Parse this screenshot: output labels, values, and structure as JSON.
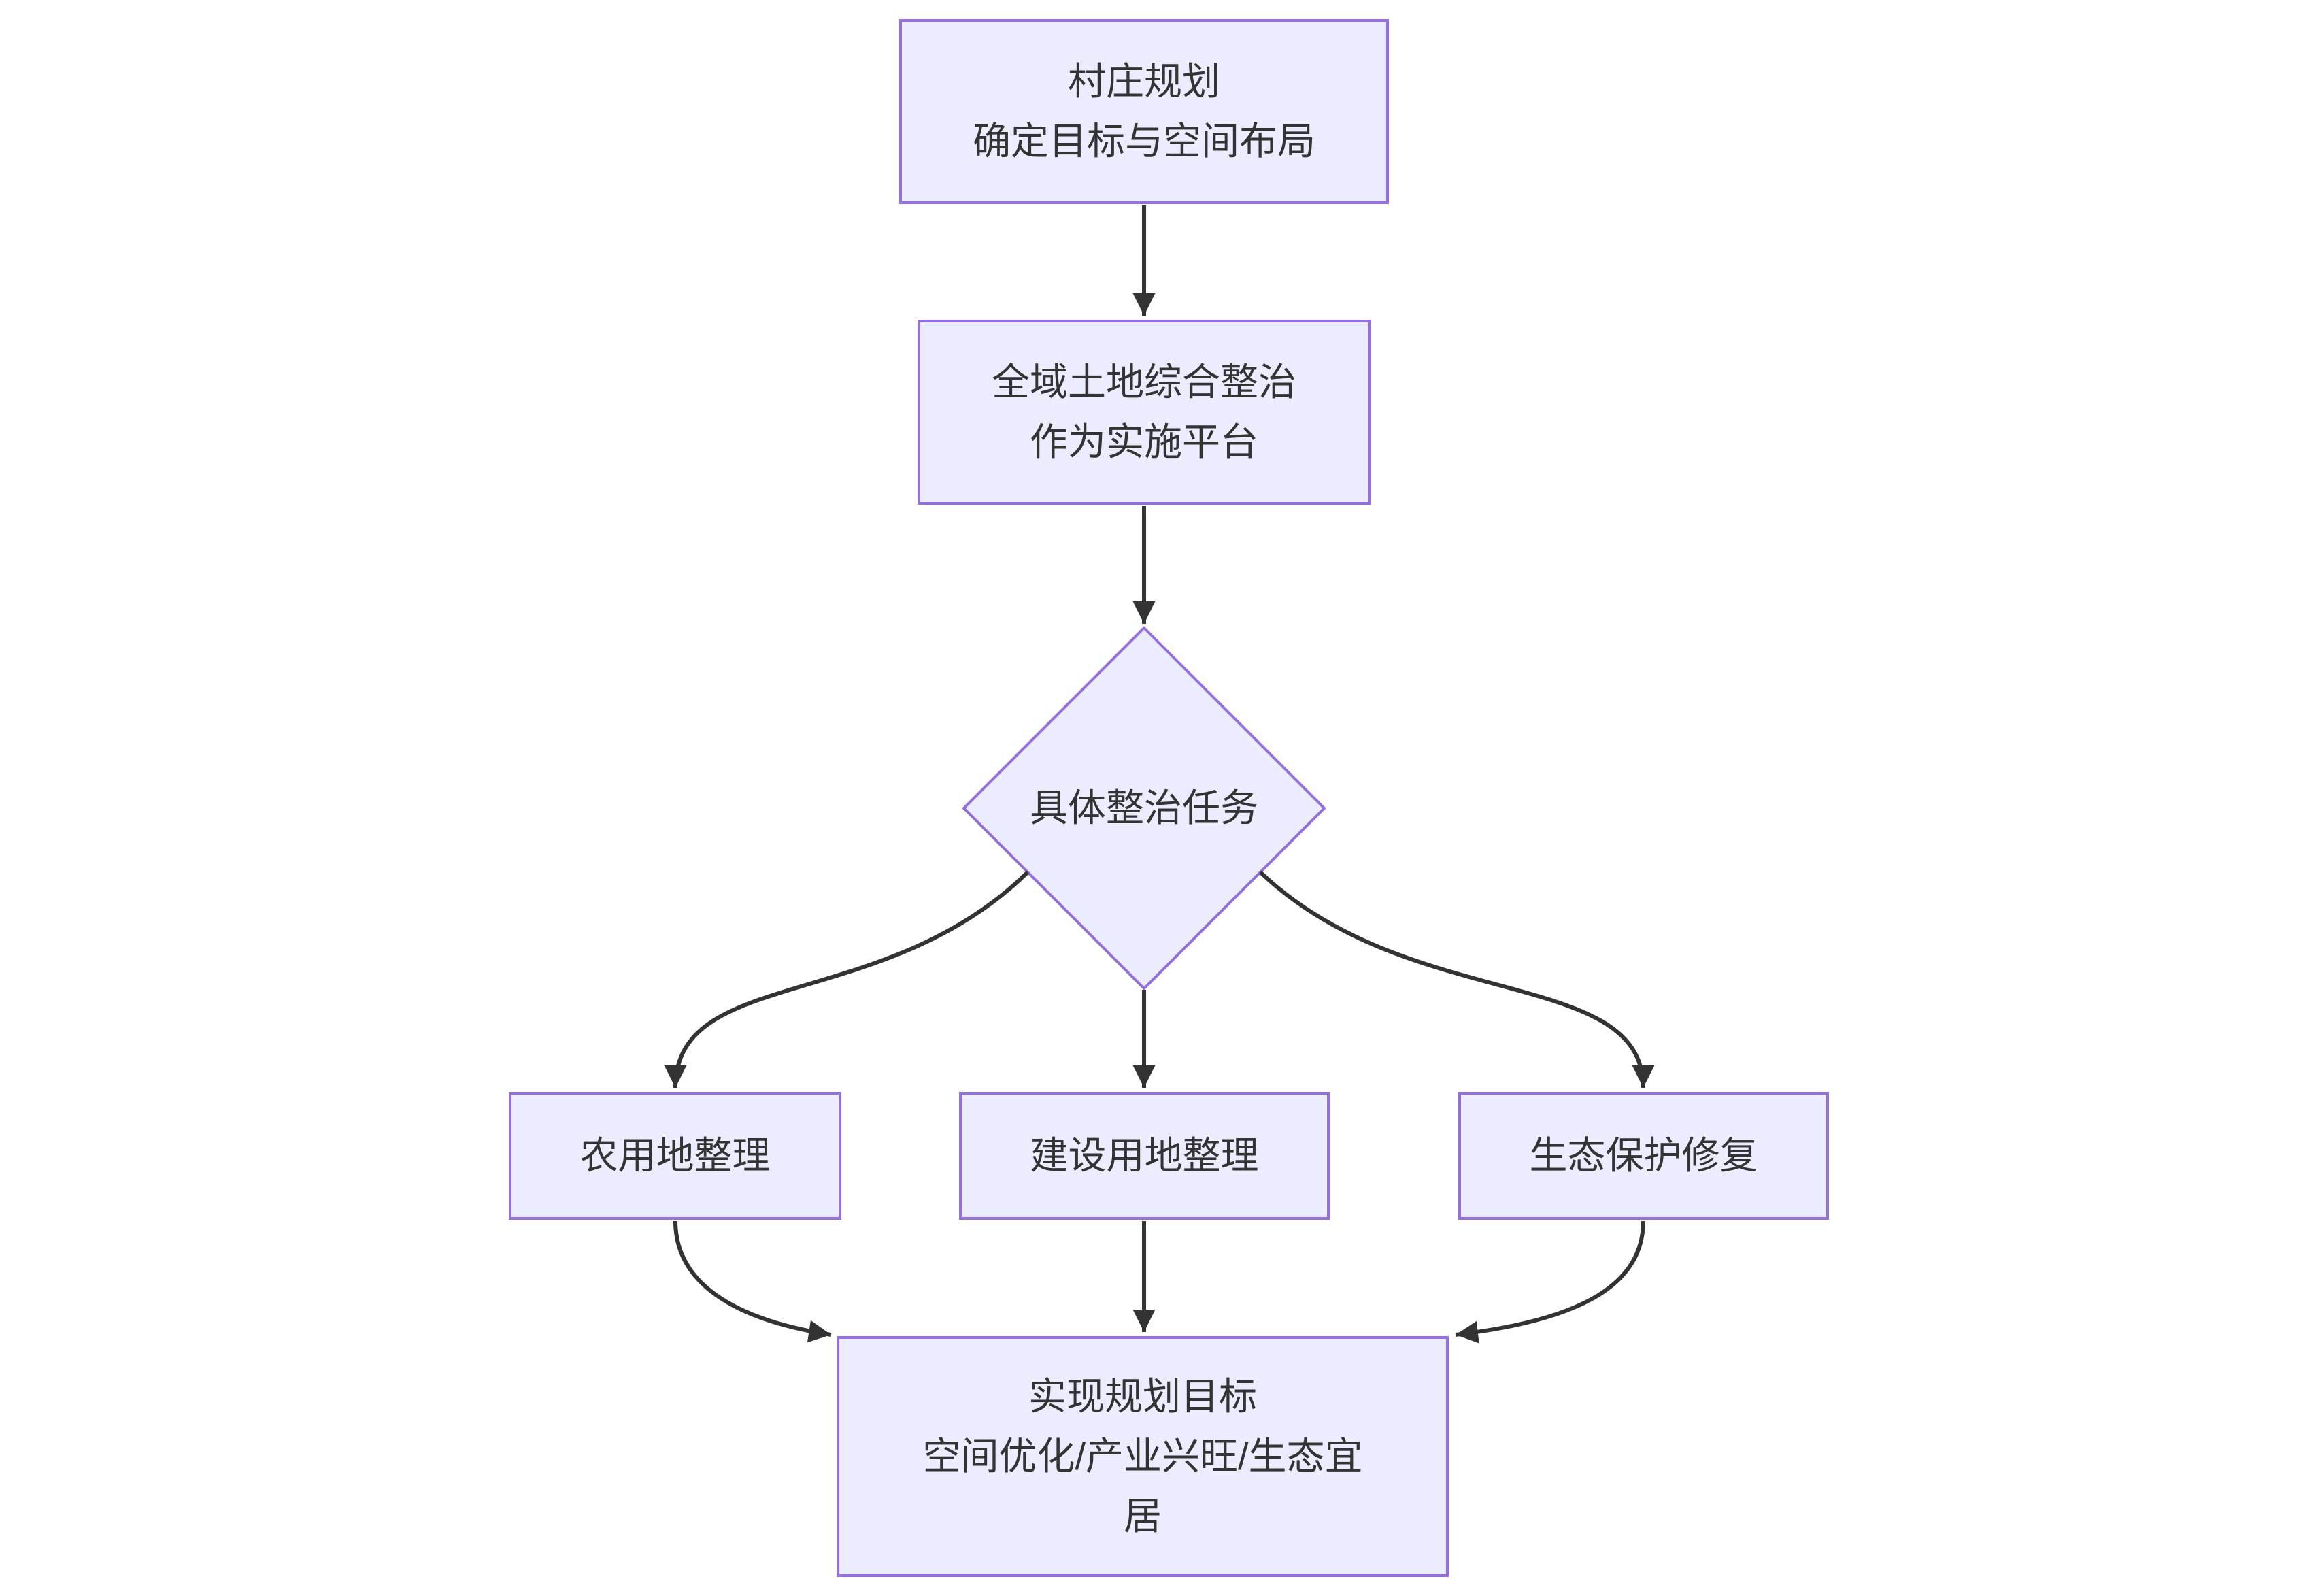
{
  "diagram": {
    "type": "flowchart",
    "direction": "top-down",
    "colors": {
      "background": "#ffffff",
      "node_fill": "#ECECFF",
      "node_border": "#9370DB",
      "text": "#333333",
      "edge": "#333333"
    },
    "nodes": {
      "village_planning": {
        "shape": "rect",
        "lines": [
          "村庄规划",
          "确定目标与空间布局"
        ]
      },
      "land_consolidation": {
        "shape": "rect",
        "lines": [
          "全域土地综合整治",
          "作为实施平台"
        ]
      },
      "remediation_tasks": {
        "shape": "diamond",
        "label": "具体整治任务"
      },
      "farmland_consolidation": {
        "shape": "rect",
        "label": "农用地整理"
      },
      "construction_land_consolidation": {
        "shape": "rect",
        "label": "建设用地整理"
      },
      "ecological_restoration": {
        "shape": "rect",
        "label": "生态保护修复"
      },
      "planning_goal": {
        "shape": "rect",
        "lines": [
          "实现规划目标",
          "空间优化/产业兴旺/生态宜",
          "居"
        ]
      }
    },
    "edges": [
      {
        "from": "village_planning",
        "to": "land_consolidation"
      },
      {
        "from": "land_consolidation",
        "to": "remediation_tasks"
      },
      {
        "from": "remediation_tasks",
        "to": "farmland_consolidation"
      },
      {
        "from": "remediation_tasks",
        "to": "construction_land_consolidation"
      },
      {
        "from": "remediation_tasks",
        "to": "ecological_restoration"
      },
      {
        "from": "farmland_consolidation",
        "to": "planning_goal"
      },
      {
        "from": "construction_land_consolidation",
        "to": "planning_goal"
      },
      {
        "from": "ecological_restoration",
        "to": "planning_goal"
      }
    ]
  }
}
